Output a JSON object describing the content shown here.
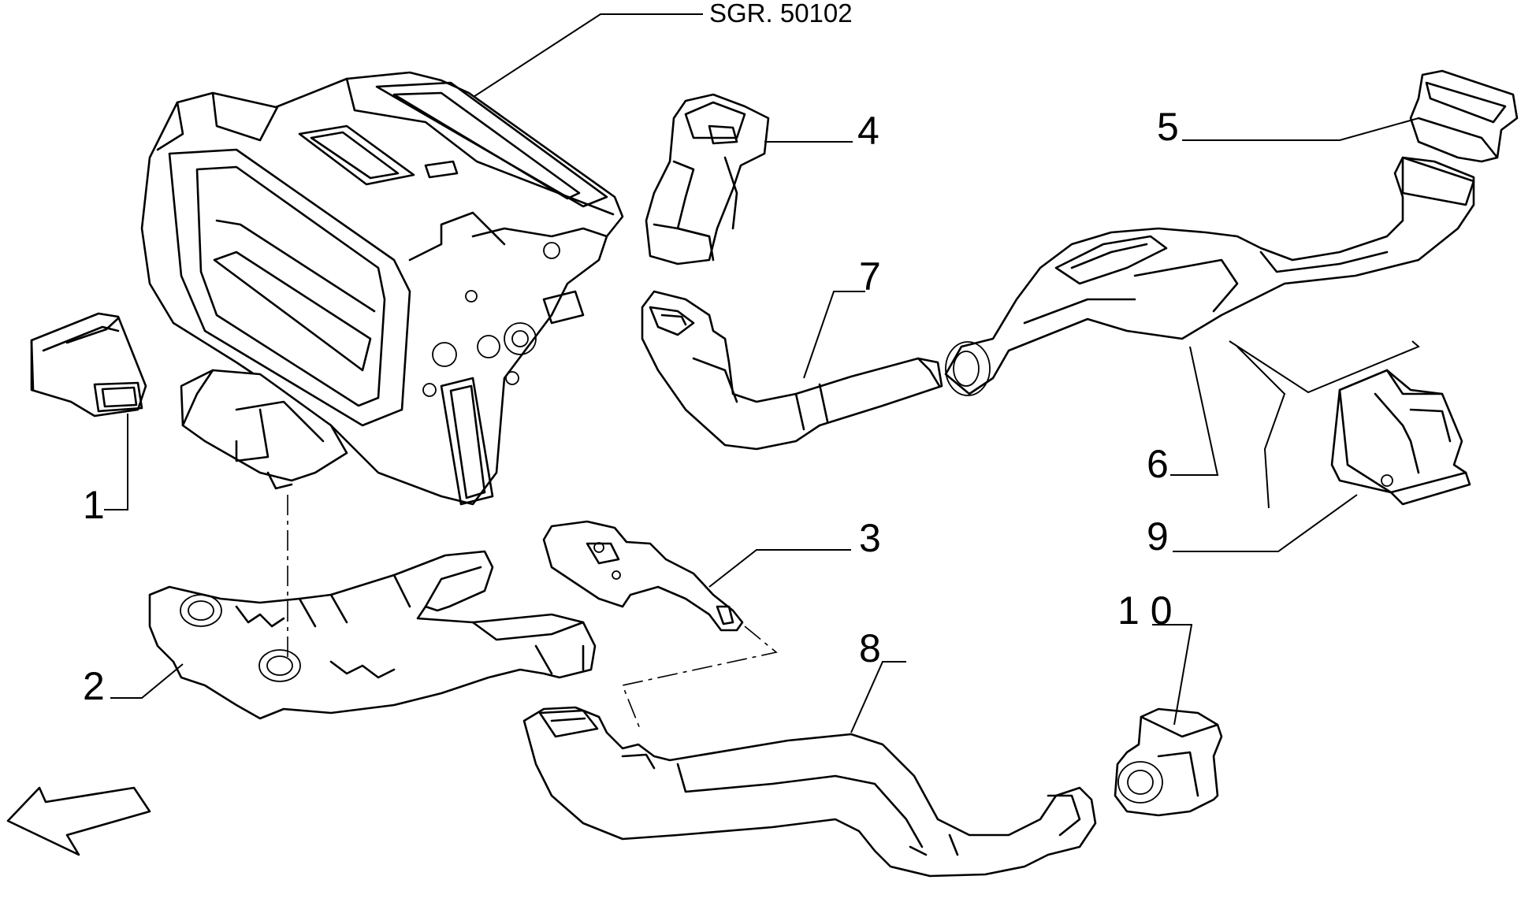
{
  "reference": "SGR. 50102",
  "callouts": {
    "c1": "1",
    "c2": "2",
    "c3": "3",
    "c4": "4",
    "c5": "5",
    "c6": "6",
    "c7": "7",
    "c8": "8",
    "c9": "9",
    "c10": "1 0"
  },
  "icons": {
    "direction": "front-direction-arrow-icon"
  }
}
